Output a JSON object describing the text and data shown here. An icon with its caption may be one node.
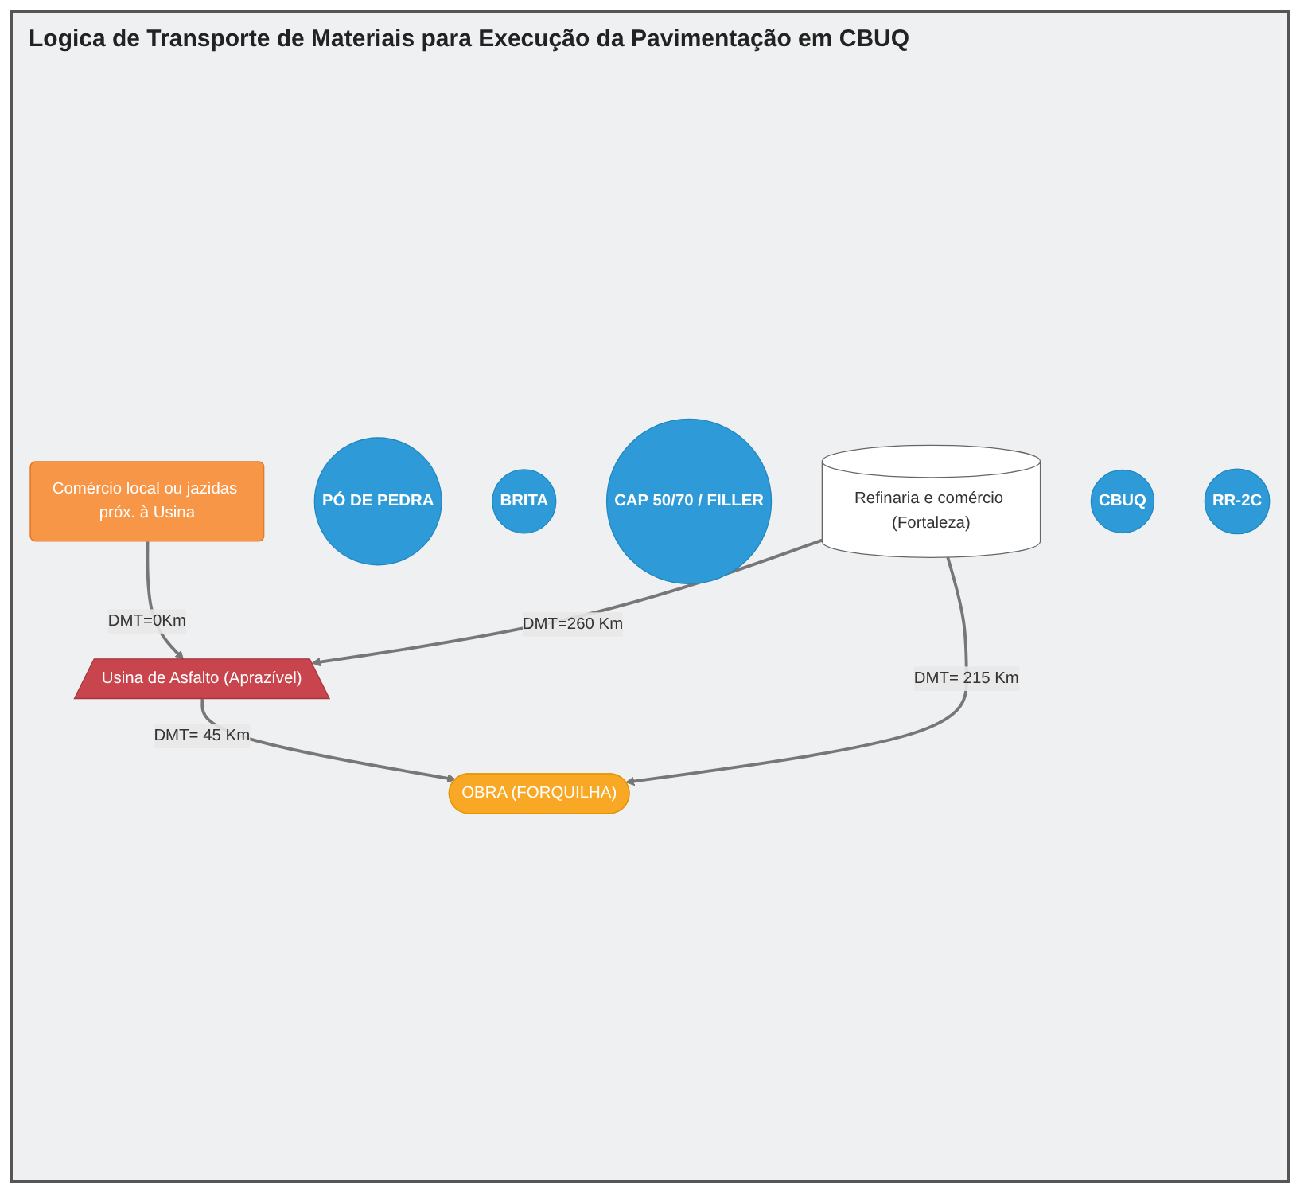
{
  "diagram": {
    "title": "Logica de Transporte de Materiais para Execução da Pavimentação em CBUQ",
    "nodes": [
      {
        "text": [
          "Comércio local ou jazidas próx. à Usina"
        ]
      },
      {
        "text": [
          "PÓ DE PEDRA"
        ]
      },
      {
        "text": [
          "BRITA"
        ]
      },
      {
        "text": [
          "CAP 50/70 / FILLER"
        ]
      },
      {
        "text": [
          "Usina de Asfalto (Aprazível)"
        ]
      },
      {
        "text": [
          "Refinaria e comércio (Fortaleza)"
        ]
      },
      {
        "text": [
          "CBUQ"
        ]
      },
      {
        "text": [
          "RR-2C"
        ]
      },
      {
        "text": [
          "OBRA (FORQUILHA)"
        ]
      }
    ],
    "edges": [
      {
        "from": 0,
        "to": 4,
        "arrow": "to",
        "label": "DMT=0Km"
      },
      {
        "from": 5,
        "to": 4,
        "arrow": "to",
        "label": "DMT=260 Km"
      },
      {
        "from": 4,
        "to": 8,
        "arrow": "to",
        "label": "DMT= 45 Km"
      },
      {
        "from": 5,
        "to": 8,
        "arrow": "to",
        "label": "DMT= 215 Km"
      }
    ]
  }
}
